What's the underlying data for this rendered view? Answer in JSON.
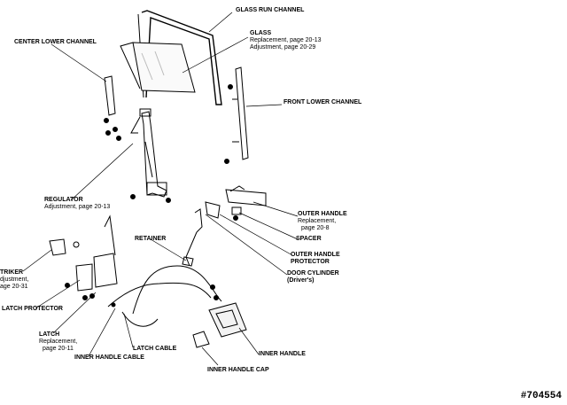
{
  "labels": {
    "glass_run_channel": "GLASS RUN CHANNEL",
    "glass": "GLASS",
    "glass_replacement": "Replacement, page 20-13",
    "glass_adjustment": "Adjustment, page 20-29",
    "center_lower_channel": "CENTER LOWER CHANNEL",
    "front_lower_channel": "FRONT LOWER CHANNEL",
    "regulator": "REGULATOR",
    "regulator_adjustment": "Adjustment, page 20-13",
    "outer_handle": "OUTER HANDLE",
    "outer_handle_replacement": "Replacement,",
    "outer_handle_page": "page 20-8",
    "spacer": "SPACER",
    "outer_handle_protector_1": "OUTER HANDLE",
    "outer_handle_protector_2": "PROTECTOR",
    "door_cylinder": "DOOR CYLINDER",
    "door_cylinder_note": "(Driver's)",
    "retainer": "RETAINER",
    "striker": "TRIKER",
    "striker_adjustment": "djustment,",
    "striker_page": "age 20-31",
    "latch_protector": "LATCH PROTECTOR",
    "latch": "LATCH",
    "latch_replacement": "Replacement,",
    "latch_page": "page 20-11",
    "latch_cable": "LATCH CABLE",
    "inner_handle_cable": "INNER HANDLE CABLE",
    "inner_handle": "INNER HANDLE",
    "inner_handle_cap": "INNER HANDLE CAP"
  },
  "reference_number": "#704554"
}
